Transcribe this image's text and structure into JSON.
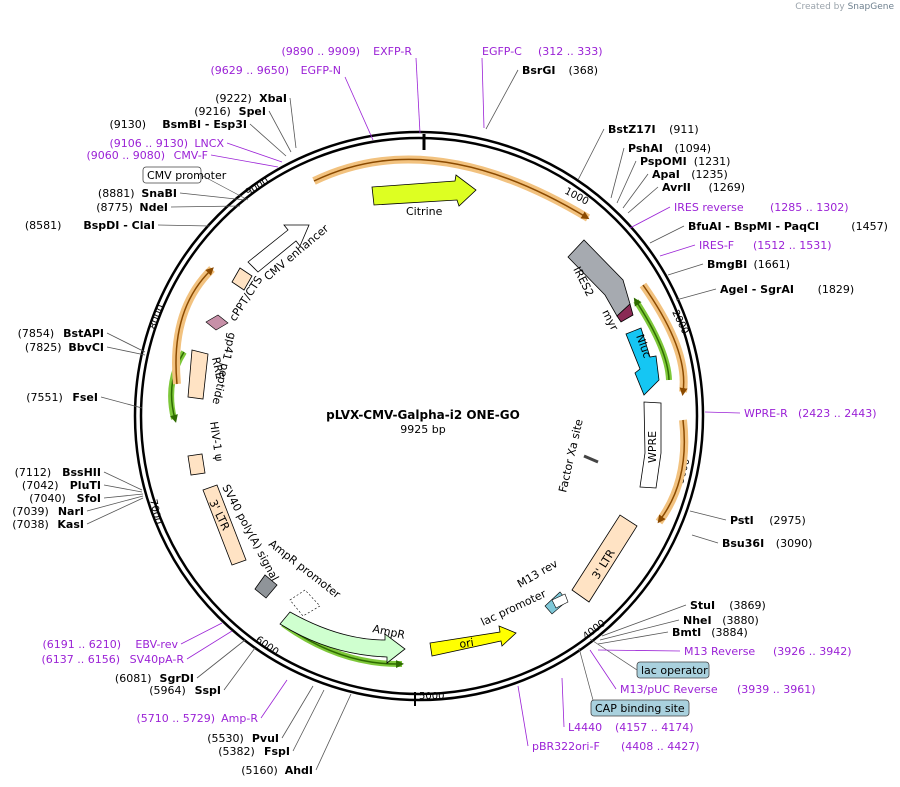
{
  "credit": {
    "prefix": "Created by",
    "brand": "SnapGene"
  },
  "plasmid": {
    "name": "pLVX-CMV-Galpha-i2 ONE-GO",
    "length": "9925 bp"
  },
  "tick_labels": [
    "1000",
    "2000",
    "3000",
    "4000",
    "5000",
    "6000",
    "7000",
    "8000",
    "9000"
  ],
  "feature_labels": [
    "Citrine",
    "IRES2",
    "myr",
    "Nluc",
    "WPRE",
    "3' LTR",
    "Factor Xa site",
    "M13 rev",
    "lac promoter",
    "ori",
    "AmpR",
    "AmpR promoter",
    "SV40 poly(A) signal",
    "3' LTR",
    "HIV-1 ψ",
    "RRE",
    "gp41 peptide",
    "cPPT/CTS",
    "CMV enhancer"
  ],
  "boxed_labels": [
    "CMV promoter",
    "lac operator",
    "CAP binding site"
  ],
  "right_labels": [
    {
      "text": "BsrGI",
      "pos": "(368)",
      "kind": "enzyme"
    },
    {
      "text": "BstZ17I",
      "pos": "(911)",
      "kind": "enzyme"
    },
    {
      "text": "PshAI",
      "pos": "(1094)",
      "kind": "enzyme"
    },
    {
      "text": "PspOMI",
      "pos": "(1231)",
      "kind": "enzyme"
    },
    {
      "text": "ApaI",
      "pos": "(1235)",
      "kind": "enzyme"
    },
    {
      "text": "AvrII",
      "pos": "(1269)",
      "kind": "enzyme"
    },
    {
      "text": "IRES reverse",
      "pos": "(1285 .. 1302)",
      "kind": "primer"
    },
    {
      "text": "BfuAI - BspMI - PaqCI",
      "pos": "(1457)",
      "kind": "enzyme"
    },
    {
      "text": "IRES-F",
      "pos": "(1512 .. 1531)",
      "kind": "primer"
    },
    {
      "text": "BmgBI",
      "pos": "(1661)",
      "kind": "enzyme"
    },
    {
      "text": "AgeI - SgrAI",
      "pos": "(1829)",
      "kind": "enzyme"
    },
    {
      "text": "WPRE-R",
      "pos": "(2423 .. 2443)",
      "kind": "primer"
    },
    {
      "text": "PstI",
      "pos": "(2975)",
      "kind": "enzyme"
    },
    {
      "text": "Bsu36I",
      "pos": "(3090)",
      "kind": "enzyme"
    },
    {
      "text": "StuI",
      "pos": "(3869)",
      "kind": "enzyme"
    },
    {
      "text": "NheI",
      "pos": "(3880)",
      "kind": "enzyme"
    },
    {
      "text": "BmtI",
      "pos": "(3884)",
      "kind": "enzyme"
    },
    {
      "text": "M13 Reverse",
      "pos": "(3926 .. 3942)",
      "kind": "primer"
    },
    {
      "text": "M13/pUC Reverse",
      "pos": "(3939 .. 3961)",
      "kind": "primer"
    },
    {
      "text": "L4440",
      "pos": "(4157 .. 4174)",
      "kind": "primer"
    },
    {
      "text": "pBR322ori-F",
      "pos": "(4408 .. 4427)",
      "kind": "primer"
    }
  ],
  "top_labels": [
    {
      "text": "EXFP-R",
      "pos": "(9890 .. 9909)",
      "kind": "primer"
    },
    {
      "text": "EGFP-N",
      "pos": "(9629 .. 9650)",
      "kind": "primer"
    },
    {
      "text": "EGFP-C",
      "pos": "(312 .. 333)",
      "kind": "primer"
    }
  ],
  "left_labels": [
    {
      "text": "XbaI",
      "pos": "(9222)",
      "kind": "enzyme"
    },
    {
      "text": "SpeI",
      "pos": "(9216)",
      "kind": "enzyme"
    },
    {
      "text": "BsmBI - Esp3I",
      "pos": "(9130)",
      "kind": "enzyme"
    },
    {
      "text": "LNCX",
      "pos": "(9106 .. 9130)",
      "kind": "primer"
    },
    {
      "text": "CMV-F",
      "pos": "(9060 .. 9080)",
      "kind": "primer"
    },
    {
      "text": "SnaBI",
      "pos": "(8881)",
      "kind": "enzyme"
    },
    {
      "text": "NdeI",
      "pos": "(8775)",
      "kind": "enzyme"
    },
    {
      "text": "BspDI - ClaI",
      "pos": "(8581)",
      "kind": "enzyme"
    },
    {
      "text": "BstAPI",
      "pos": "(7854)",
      "kind": "enzyme"
    },
    {
      "text": "BbvCI",
      "pos": "(7825)",
      "kind": "enzyme"
    },
    {
      "text": "FseI",
      "pos": "(7551)",
      "kind": "enzyme"
    },
    {
      "text": "BssHII",
      "pos": "(7112)",
      "kind": "enzyme"
    },
    {
      "text": "PluTI",
      "pos": "(7042)",
      "kind": "enzyme"
    },
    {
      "text": "SfoI",
      "pos": "(7040)",
      "kind": "enzyme"
    },
    {
      "text": "NarI",
      "pos": "(7039)",
      "kind": "enzyme"
    },
    {
      "text": "KasI",
      "pos": "(7038)",
      "kind": "enzyme"
    },
    {
      "text": "EBV-rev",
      "pos": "(6191 .. 6210)",
      "kind": "primer"
    },
    {
      "text": "SV40pA-R",
      "pos": "(6137 .. 6156)",
      "kind": "primer"
    },
    {
      "text": "SgrDI",
      "pos": "(6081)",
      "kind": "enzyme"
    },
    {
      "text": "SspI",
      "pos": "(5964)",
      "kind": "enzyme"
    },
    {
      "text": "Amp-R",
      "pos": "(5710 .. 5729)",
      "kind": "primer"
    },
    {
      "text": "PvuI",
      "pos": "(5530)",
      "kind": "enzyme"
    },
    {
      "text": "FspI",
      "pos": "(5382)",
      "kind": "enzyme"
    },
    {
      "text": "AhdI",
      "pos": "(5160)",
      "kind": "enzyme"
    }
  ],
  "colors": {
    "primer": "#9b22d6",
    "orange_arrow": "#f2c27f",
    "green_arrow": "#7ec83a",
    "citrine": "#ddff22",
    "nluc": "#15c6f3",
    "ori": "#ffff00",
    "ampr": "#cfffcf",
    "ltr": "#ffe3c4",
    "gray_feature": "#a6aab0",
    "box_fill": "#a9d1de"
  }
}
